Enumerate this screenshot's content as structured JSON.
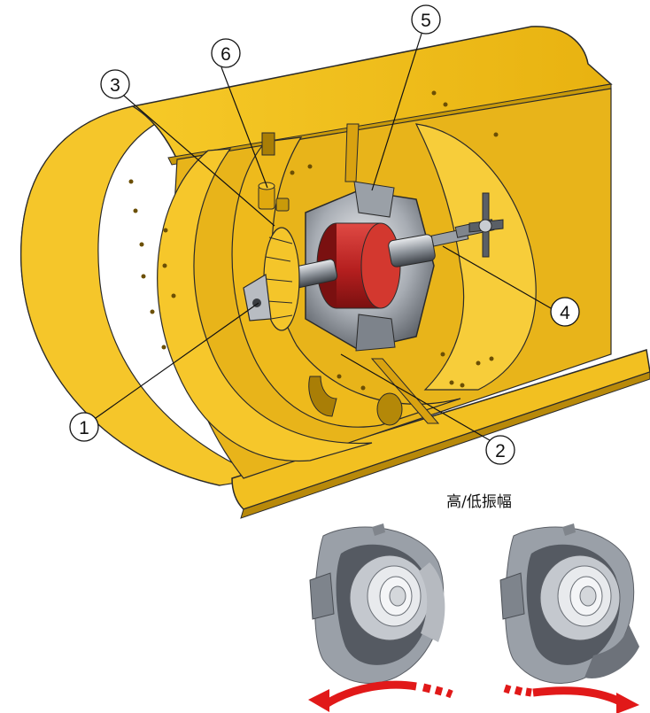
{
  "callouts": [
    {
      "id": "1",
      "label": "1"
    },
    {
      "id": "2",
      "label": "2"
    },
    {
      "id": "3",
      "label": "3"
    },
    {
      "id": "4",
      "label": "4"
    },
    {
      "id": "5",
      "label": "5"
    },
    {
      "id": "6",
      "label": "6"
    }
  ],
  "amplitude_caption": "高/低振幅",
  "colors": {
    "drum": "#f4c21b",
    "drum_dark": "#c99a0a",
    "drum_shadow": "#b08508",
    "weight": "#8d929a",
    "weight_dark": "#4c5058",
    "exciter_red": "#cc2a2a",
    "arrow_red": "#e11919"
  }
}
